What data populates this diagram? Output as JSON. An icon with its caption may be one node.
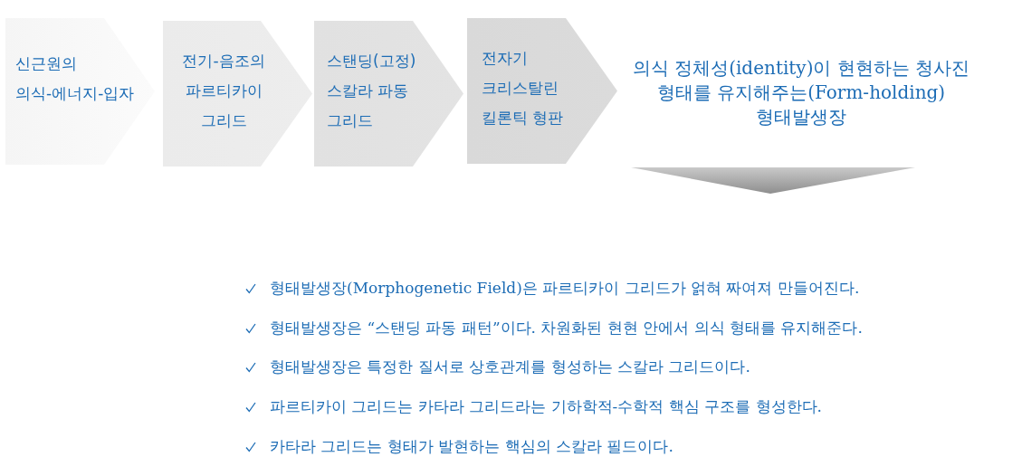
{
  "diagram": {
    "nodes": [
      {
        "text": [
          "신근원의 의식-에너지-입자"
        ]
      },
      {
        "text": [
          "전기-음조의 파르티카이 그리드"
        ]
      },
      {
        "text": [
          "스탠딩(고정) 스칼라 파동 그리드"
        ]
      },
      {
        "text": [
          "전자기 크리스탈린 킬론틱 형판"
        ]
      },
      {
        "text": [
          "의식 정체성(identity)이 현현하는 청사진 형태를 유지해주는(Form-holding) 형태발생장"
        ]
      }
    ],
    "labels": [
      "형태발생장(Morphogenetic Field)은 파르티카이 그리드가 얽혀 짜여져 만들어진다.",
      "형태발생장은 “스탠딩 파동 패턴”이다. 차원화된 현현 안에서 의식 형태를 유지해준다.",
      "형태발생장은 특정한 질서로 상호관계를 형성하는 스칼라 그리드이다.",
      "파르티카이 그리드는 카타라 그리드라는 기하학적-수학적 핵심 구조를 형성한다.",
      "카타라 그리드는 형태가 발현하는 핵심의 스칼라 필드이다."
    ]
  }
}
